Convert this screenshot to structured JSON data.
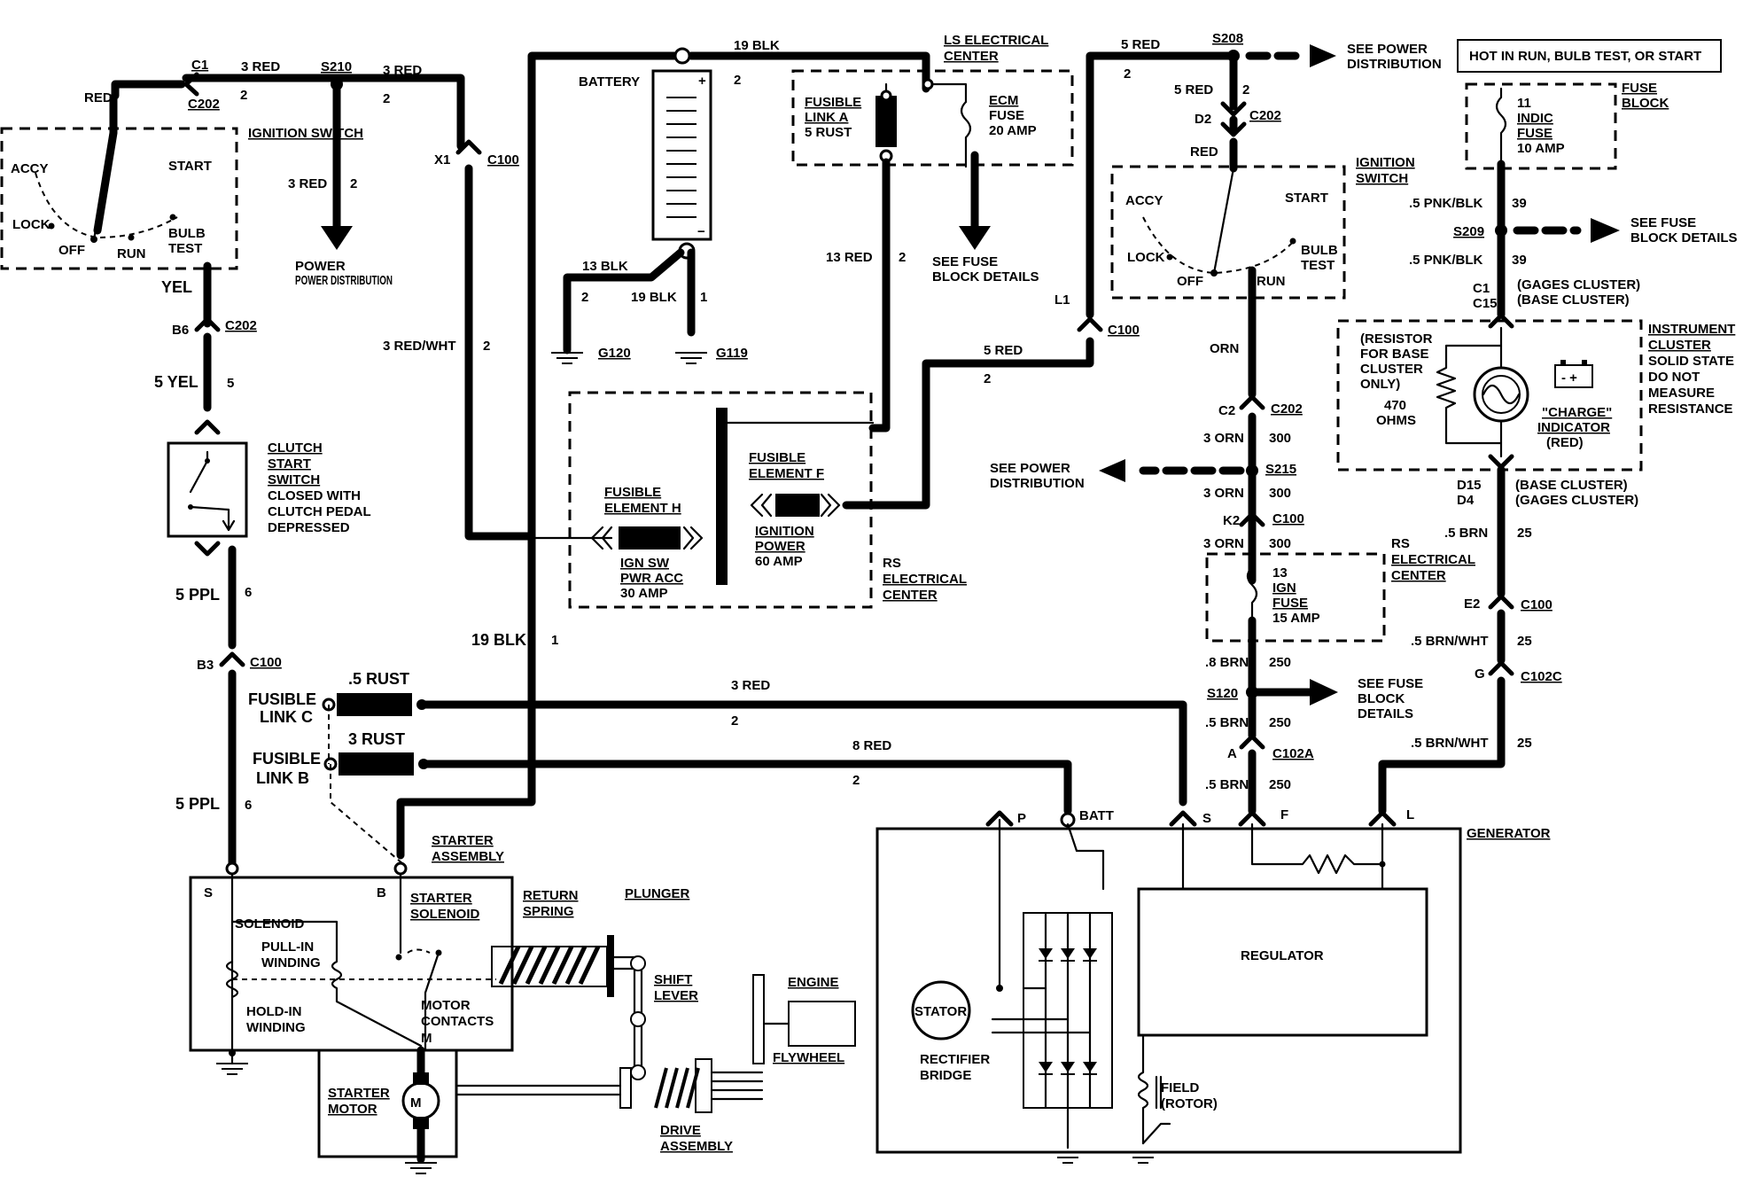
{
  "ignition_switch_left": {
    "c1": "C1",
    "c202": "C202",
    "red": "RED",
    "title": "IGNITION SWITCH",
    "accy": "ACCY",
    "start": "START",
    "lock": "LOCK",
    "off": "OFF",
    "run": "RUN",
    "bulb": "BULB",
    "test": "TEST",
    "yel": "YEL",
    "b6": "B6",
    "c202b": "C202"
  },
  "s210": {
    "label": "S210",
    "wire_left": "3 RED",
    "wire_right": "3 RED",
    "pin_left": "2",
    "pin_right": "2",
    "down_wire": "3 RED",
    "down_pin": "2",
    "power_dist": "POWER DISTRIBUTION"
  },
  "c100_left": {
    "x1": "X1",
    "c100": "C100",
    "wire": "3 RED/WHT",
    "pin": "2"
  },
  "clutch": {
    "wire": "5 YEL",
    "pin": "5",
    "title1": "CLUTCH",
    "title2": "START",
    "title3": "SWITCH",
    "desc1": "CLOSED WITH",
    "desc2": "CLUTCH PEDAL",
    "desc3": "DEPRESSED",
    "ppl_wire": "5 PPL",
    "ppl_pin": "6",
    "b3": "B3",
    "c100": "C100",
    "ppl_wire2": "5 PPL",
    "ppl_pin2": "6"
  },
  "battery": {
    "label": "BATTERY",
    "top_wire": "19 BLK",
    "top_pin": "2",
    "blk13": "13 BLK",
    "blk19": "19 BLK",
    "pin2": "2",
    "pin1": "1",
    "g120": "G120",
    "g119": "G119",
    "main_wire": "19 BLK",
    "main_pin": "1"
  },
  "ls_center": {
    "title1": "LS ELECTRICAL",
    "title2": "CENTER",
    "fl_a1": "FUSIBLE",
    "fl_a2": "LINK A",
    "fl_a3": "5 RUST",
    "ecm1": "ECM",
    "ecm2": "FUSE",
    "ecm3": "20 AMP",
    "see1": "SEE FUSE",
    "see2": "BLOCK DETAILS",
    "wire_13red": "13 RED",
    "pin13": "2"
  },
  "rs_center_left": {
    "fe_h1": "FUSIBLE",
    "fe_h2": "ELEMENT H",
    "ign1": "IGN SW",
    "ign2": "PWR ACC",
    "ign3": "30 AMP",
    "fe_f1": "FUSIBLE",
    "fe_f2": "ELEMENT F",
    "ip1": "IGNITION",
    "ip2": "POWER",
    "ip3": "60 AMP",
    "rs1": "RS",
    "rs2": "ELECTRICAL",
    "rs3": "CENTER",
    "wire5red": "5 RED",
    "pin5red": "2"
  },
  "ignition_switch_right": {
    "wire_top": "5 RED",
    "pin_top": "2",
    "s208": "S208",
    "see_power1": "SEE POWER",
    "see_power2": "DISTRIBUTION",
    "wire_5red": "5 RED",
    "pin_5red": "2",
    "d2": "D2",
    "c202": "C202",
    "red": "RED",
    "title1": "IGNITION",
    "title2": "SWITCH",
    "accy": "ACCY",
    "start": "START",
    "lock": "LOCK",
    "off": "OFF",
    "run": "RUN",
    "bulb": "BULB",
    "test": "TEST",
    "l1": "L1",
    "c100": "C100"
  },
  "run_circuit": {
    "orn": "ORN",
    "c2": "C2",
    "c202": "C202",
    "orn3": "3 ORN",
    "p300a": "300",
    "s215": "S215",
    "see_power1": "SEE POWER",
    "see_power2": "DISTRIBUTION",
    "orn3b": "3 ORN",
    "p300b": "300",
    "k2": "K2",
    "c100": "C100",
    "orn3c": "3 ORN",
    "p300c": "300",
    "rs1": "RS",
    "rs2": "ELECTRICAL",
    "rs3": "CENTER",
    "fuse1": "13",
    "fuse2": "IGN",
    "fuse3": "FUSE",
    "fuse4": "15 AMP",
    "brn8": ".8 BRN",
    "p250a": "250",
    "s120": "S120",
    "see1": "SEE FUSE",
    "see2": "BLOCK",
    "see3": "DETAILS",
    "brn5a": ".5 BRN",
    "p250b": "250",
    "a": "A",
    "c102a": "C102A",
    "brn5b": ".5 BRN",
    "p250c": "250"
  },
  "fuse_block": {
    "hot": "HOT IN RUN, BULB TEST, OR START",
    "fb1": "FUSE",
    "fb2": "BLOCK",
    "f1": "11",
    "f2": "INDIC",
    "f3": "FUSE",
    "f4": "10 AMP",
    "pnk1": ".5 PNK/BLK",
    "p39a": "39",
    "s209": "S209",
    "see1": "SEE FUSE",
    "see2": "BLOCK DETAILS",
    "pnk2": ".5 PNK/BLK",
    "p39b": "39",
    "c1": "C1",
    "c15": "C15",
    "gages": "(GAGES CLUSTER)",
    "base": "(BASE CLUSTER)"
  },
  "cluster": {
    "r1": "(RESISTOR",
    "r2": "FOR BASE",
    "r3": "CLUSTER",
    "r4": "ONLY)",
    "ohm1": "470",
    "ohm2": "OHMS",
    "charge1": "\"CHARGE\"",
    "charge2": "INDICATOR",
    "charge3": "(RED)",
    "ic1": "INSTRUMENT",
    "ic2": "CLUSTER",
    "ic3": "SOLID STATE",
    "ic4": "DO NOT",
    "ic5": "MEASURE",
    "ic6": "RESISTANCE",
    "d15": "D15",
    "d4": "D4",
    "base": "(BASE CLUSTER)",
    "gages": "(GAGES CLUSTER)",
    "brn5": ".5 BRN",
    "p25a": "25",
    "e2": "E2",
    "c100": "C100",
    "bw1": ".5 BRN/WHT",
    "p25b": "25",
    "g": "G",
    "c102c": "C102C",
    "bw2": ".5 BRN/WHT",
    "p25c": "25"
  },
  "fusible_links": {
    "c_rust": ".5 RUST",
    "c1": "FUSIBLE",
    "c2": "LINK C",
    "c_wire": "3 RED",
    "c_pin": "2",
    "b_rust": "3 RUST",
    "b1": "FUSIBLE",
    "b2": "LINK B",
    "b_wire": "8 RED",
    "b_pin": "2"
  },
  "starter": {
    "assembly1": "STARTER",
    "assembly2": "ASSEMBLY",
    "s": "S",
    "b": "B",
    "solenoid": "SOLENOID",
    "pull1": "PULL-IN",
    "pull2": "WINDING",
    "hold1": "HOLD-IN",
    "hold2": "WINDING",
    "ss1": "STARTER",
    "ss2": "SOLENOID",
    "mc1": "MOTOR",
    "mc2": "CONTACTS",
    "m": "M",
    "ret1": "RETURN",
    "ret2": "SPRING",
    "plunger": "PLUNGER",
    "shift1": "SHIFT",
    "shift2": "LEVER",
    "engine": "ENGINE",
    "flywheel": "FLYWHEEL",
    "sm1": "STARTER",
    "sm2": "MOTOR",
    "motor_m": "M",
    "drive1": "DRIVE",
    "drive2": "ASSEMBLY"
  },
  "generator": {
    "p": "P",
    "batt": "BATT",
    "s": "S",
    "f": "F",
    "l": "L",
    "title": "GENERATOR",
    "regulator": "REGULATOR",
    "stator": "STATOR",
    "rb1": "RECTIFIER",
    "rb2": "BRIDGE",
    "field1": "FIELD",
    "field2": "(ROTOR)"
  }
}
